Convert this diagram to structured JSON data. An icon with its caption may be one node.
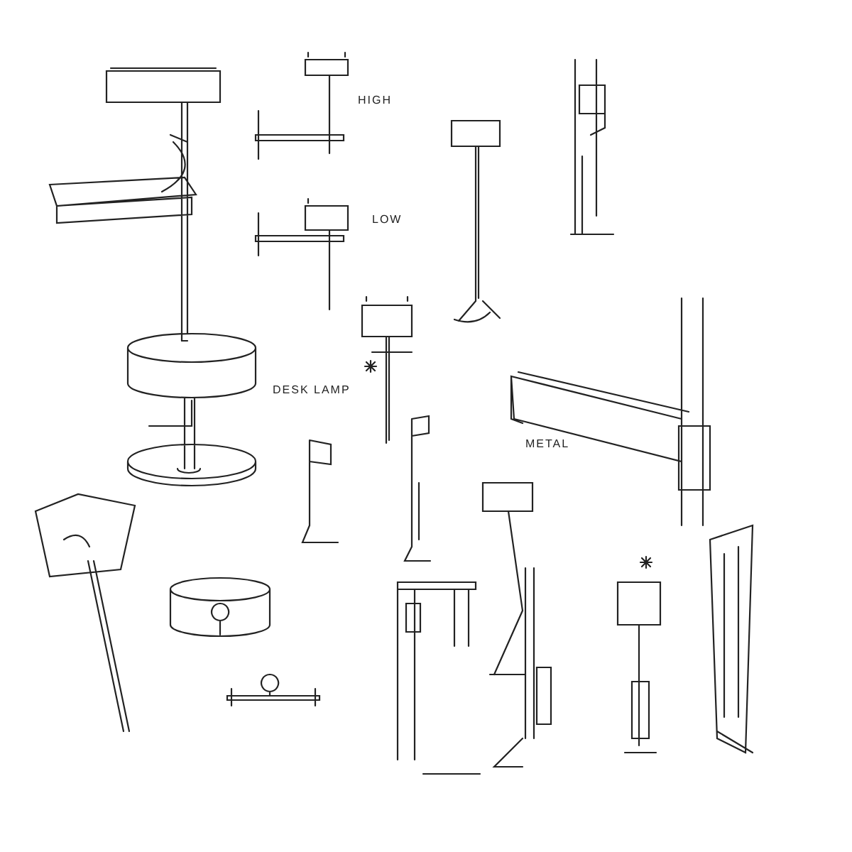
{
  "diagram": {
    "labels": [
      "HIGH",
      "LOW",
      "DESK LAMP",
      "METAL"
    ]
  }
}
